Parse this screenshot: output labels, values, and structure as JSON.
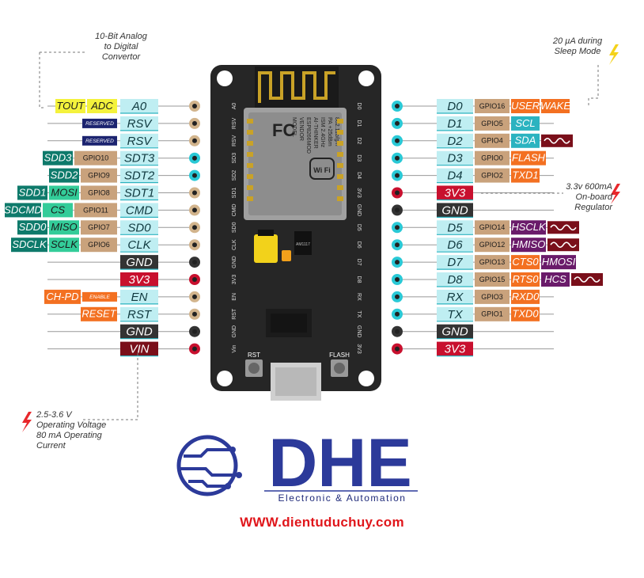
{
  "notes": {
    "adc": "10-Bit Analog\nto Digital\nConvertor",
    "sleep": "20 µA during\nSleep Mode",
    "regulator": "3.3v 600mA\nOn-board\nRegulator",
    "voltage": "2.5-3.6 V\nOperating Voltage\n80 mA Operating\nCurrent"
  },
  "colors": {
    "pin": "#d2b48c",
    "gpio": "#c9a27c",
    "teal": "#2bb3c0",
    "cyan_pin": "#29c9d6",
    "red_pin": "#c8102e",
    "black_pin": "#333333",
    "green": "#0e7a6b",
    "light_green": "#33cc99",
    "navy": "#1c2470",
    "yellow": "#f4f23c",
    "orange": "#f37021",
    "purple": "#6a1b6a",
    "maroon": "#7a0f1a",
    "board": "#2a2a2a"
  },
  "board": {
    "left_labels": [
      "A0",
      "RSV",
      "RSV",
      "SD3",
      "SD2",
      "SD1",
      "CMD",
      "SD0",
      "CLK",
      "GND",
      "3V3",
      "EN",
      "RST",
      "GND",
      "Vin"
    ],
    "right_labels": [
      "D0",
      "D1",
      "D2",
      "D3",
      "D4",
      "3V3",
      "GND",
      "D5",
      "D6",
      "D7",
      "D8",
      "RX",
      "TX",
      "GND",
      "3V3"
    ],
    "module_text": [
      "MODEL",
      "VENDOR",
      "ESP8266MOD",
      "AI-THINKER",
      "ISM 2.4GHz",
      "PA +25dBm",
      "802.11b/g/n"
    ],
    "fcc": "FC",
    "wifi": "Wi Fi",
    "regulator_chip": "AM1117",
    "rst_label": "RST",
    "flash_label": "FLASH"
  },
  "left_pins": [
    {
      "main": "A0",
      "pin": "pin",
      "chips": [
        {
          "t": "ADC",
          "c": "yellow"
        },
        {
          "t": "TOUT",
          "c": "yellow"
        }
      ]
    },
    {
      "main": "RSV",
      "pin": "pin",
      "chips": [
        {
          "t": "RESERVED",
          "c": "navy",
          "small": true
        }
      ]
    },
    {
      "main": "RSV",
      "pin": "pin",
      "chips": [
        {
          "t": "RESERVED",
          "c": "navy",
          "small": true
        }
      ]
    },
    {
      "main": "SDT3",
      "pin": "cyan",
      "chips": [
        {
          "t": "GPIO10",
          "c": "gpio"
        },
        {
          "t": "SDD3",
          "c": "green"
        }
      ]
    },
    {
      "main": "SDT2",
      "pin": "cyan",
      "chips": [
        {
          "t": "GPIO9",
          "c": "gpio"
        },
        {
          "t": "SDD2",
          "c": "green"
        }
      ]
    },
    {
      "main": "SDT1",
      "pin": "pin",
      "chips": [
        {
          "t": "GPIO8",
          "c": "gpio"
        },
        {
          "t": "MOSI",
          "c": "light_green"
        },
        {
          "t": "SDD1",
          "c": "green"
        }
      ]
    },
    {
      "main": "CMD",
      "pin": "pin",
      "chips": [
        {
          "t": "GPIO11",
          "c": "gpio"
        },
        {
          "t": "CS",
          "c": "light_green"
        },
        {
          "t": "SDCMD",
          "c": "green"
        }
      ]
    },
    {
      "main": "SD0",
      "pin": "pin",
      "chips": [
        {
          "t": "GPIO7",
          "c": "gpio"
        },
        {
          "t": "MISO",
          "c": "light_green"
        },
        {
          "t": "SDD0",
          "c": "green"
        }
      ]
    },
    {
      "main": "CLK",
      "pin": "pin",
      "chips": [
        {
          "t": "GPIO6",
          "c": "gpio"
        },
        {
          "t": "SCLK",
          "c": "light_green"
        },
        {
          "t": "SDCLK",
          "c": "green"
        }
      ]
    },
    {
      "main": "GND",
      "pin": "black",
      "mainc": "black",
      "chips": []
    },
    {
      "main": "3V3",
      "pin": "red",
      "mainc": "red",
      "chips": []
    },
    {
      "main": "EN",
      "pin": "pin",
      "chips": [
        {
          "t": "ENABLE",
          "c": "orange",
          "small": true
        },
        {
          "t": "CH-PD",
          "c": "orange"
        }
      ]
    },
    {
      "main": "RST",
      "pin": "pin",
      "chips": [
        {
          "t": "RESET",
          "c": "orange"
        }
      ]
    },
    {
      "main": "GND",
      "pin": "black",
      "mainc": "black",
      "chips": []
    },
    {
      "main": "VIN",
      "pin": "red",
      "mainc": "maroon",
      "chips": []
    }
  ],
  "right_pins": [
    {
      "main": "D0",
      "pin": "cyan",
      "chips": [
        {
          "t": "GPIO16",
          "c": "gpio"
        },
        {
          "t": "USER",
          "c": "orange"
        },
        {
          "t": "WAKE",
          "c": "orange"
        }
      ]
    },
    {
      "main": "D1",
      "pin": "cyan",
      "chips": [
        {
          "t": "GPIO5",
          "c": "gpio"
        },
        {
          "t": "SCL",
          "c": "teal"
        }
      ]
    },
    {
      "main": "D2",
      "pin": "cyan",
      "chips": [
        {
          "t": "GPIO4",
          "c": "gpio"
        },
        {
          "t": "SDA",
          "c": "teal"
        },
        {
          "t": "~",
          "c": "maroon",
          "wave": true
        }
      ]
    },
    {
      "main": "D3",
      "pin": "cyan",
      "chips": [
        {
          "t": "GPIO0",
          "c": "gpio"
        },
        {
          "t": "FLASH",
          "c": "orange"
        }
      ]
    },
    {
      "main": "D4",
      "pin": "cyan",
      "chips": [
        {
          "t": "GPIO2",
          "c": "gpio"
        },
        {
          "t": "TXD1",
          "c": "orange"
        }
      ]
    },
    {
      "main": "3V3",
      "pin": "red",
      "mainc": "red",
      "chips": []
    },
    {
      "main": "GND",
      "pin": "black",
      "mainc": "black",
      "chips": []
    },
    {
      "main": "D5",
      "pin": "cyan",
      "chips": [
        {
          "t": "GPIO14",
          "c": "gpio"
        },
        {
          "t": "HSCLK",
          "c": "purple"
        },
        {
          "t": "~",
          "c": "maroon",
          "wave": true
        }
      ]
    },
    {
      "main": "D6",
      "pin": "cyan",
      "chips": [
        {
          "t": "GPIO12",
          "c": "gpio"
        },
        {
          "t": "HMISO",
          "c": "purple"
        },
        {
          "t": "~",
          "c": "maroon",
          "wave": true
        }
      ]
    },
    {
      "main": "D7",
      "pin": "cyan",
      "chips": [
        {
          "t": "GPIO13",
          "c": "gpio"
        },
        {
          "t": "CTS0",
          "c": "orange"
        },
        {
          "t": "HMOSI",
          "c": "purple"
        }
      ]
    },
    {
      "main": "D8",
      "pin": "cyan",
      "chips": [
        {
          "t": "GPIO15",
          "c": "gpio"
        },
        {
          "t": "RTS0",
          "c": "orange"
        },
        {
          "t": "HCS",
          "c": "purple"
        },
        {
          "t": "~",
          "c": "maroon",
          "wave": true
        }
      ]
    },
    {
      "main": "RX",
      "pin": "cyan",
      "chips": [
        {
          "t": "GPIO3",
          "c": "gpio"
        },
        {
          "t": "RXD0",
          "c": "orange"
        }
      ]
    },
    {
      "main": "TX",
      "pin": "cyan",
      "chips": [
        {
          "t": "GPIO1",
          "c": "gpio"
        },
        {
          "t": "TXD0",
          "c": "orange"
        }
      ]
    },
    {
      "main": "GND",
      "pin": "black",
      "mainc": "black",
      "chips": []
    },
    {
      "main": "3V3",
      "pin": "red",
      "mainc": "red",
      "chips": []
    }
  ],
  "logo": {
    "name": "DHE",
    "subtitle": "Electronic & Automation"
  },
  "website": "WWW.dientuduchuy.com"
}
